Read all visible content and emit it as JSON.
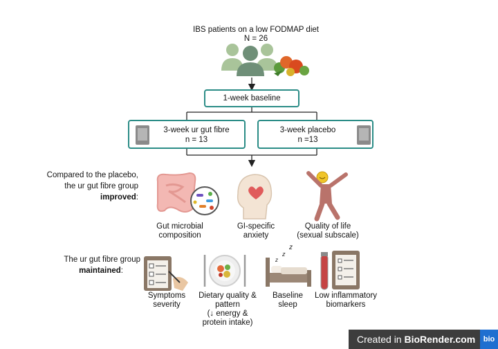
{
  "header": {
    "title": "IBS patients on a low FODMAP diet",
    "n": "N = 26"
  },
  "baseline": {
    "label": "1-week baseline"
  },
  "arms": {
    "fibre": {
      "label": "3-week ur gut fibre",
      "n": "n = 13"
    },
    "placebo": {
      "label": "3-week placebo",
      "n": "n =13"
    }
  },
  "improved_section": {
    "line1": "Compared to the placebo,",
    "line2": "the ur gut fibre group",
    "line3": "improved",
    "colon": ":",
    "items": [
      {
        "line1": "Gut microbial",
        "line2": "composition"
      },
      {
        "line1": "GI-specific",
        "line2": "anxiety"
      },
      {
        "line1": "Quality of life",
        "line2": "(sexual subscale)"
      }
    ]
  },
  "maintained_section": {
    "line1": "The ur gut fibre group",
    "line2": "maintained",
    "colon": ":",
    "items": [
      {
        "line1": "Symptoms",
        "line2": "severity"
      },
      {
        "line1": "Dietary quality &",
        "line2": "pattern",
        "line3": "(↓ energy &",
        "line4": "protein intake)"
      },
      {
        "line1": "Baseline",
        "line2": "sleep"
      },
      {
        "line1": "Low inflammatory",
        "line2": "biomarkers"
      }
    ]
  },
  "footer": {
    "created_in": "Created in ",
    "brand": "BioRender.com",
    "logo": "bio"
  },
  "colors": {
    "accent": "#2a8c86",
    "footer_bg": "#3d3d3d",
    "brand_blue": "#1f6fd0"
  }
}
